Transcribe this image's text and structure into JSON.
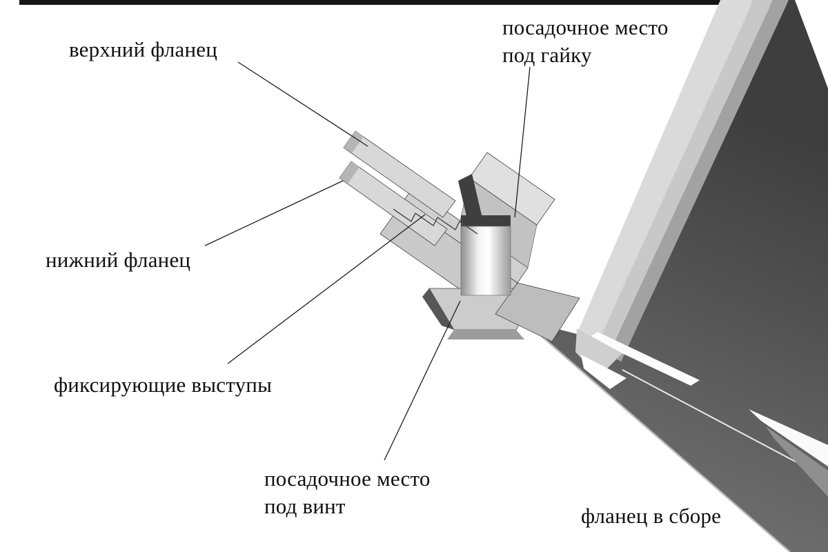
{
  "figure": {
    "type": "technical-diagram",
    "subject": "flange assembly cutaway with callouts",
    "colors": {
      "background": "#ffffff",
      "top_border": "#161616",
      "part_light_gray": "#d6d6d6",
      "plate_dark_gray": "#4a4a4a",
      "leader_line": "#1d1d1d",
      "text": "#101010"
    }
  },
  "labels": {
    "upper_flange": "верхний фланец",
    "nut_seat": {
      "line1": "посадочное место",
      "line2": "под гайку"
    },
    "lower_flange": "нижний фланец",
    "fixing_protrusions": "фиксирующие выступы",
    "screw_seat": {
      "line1": "посадочное место",
      "line2": "под винт"
    },
    "assembly_caption": "фланец в сборе"
  }
}
